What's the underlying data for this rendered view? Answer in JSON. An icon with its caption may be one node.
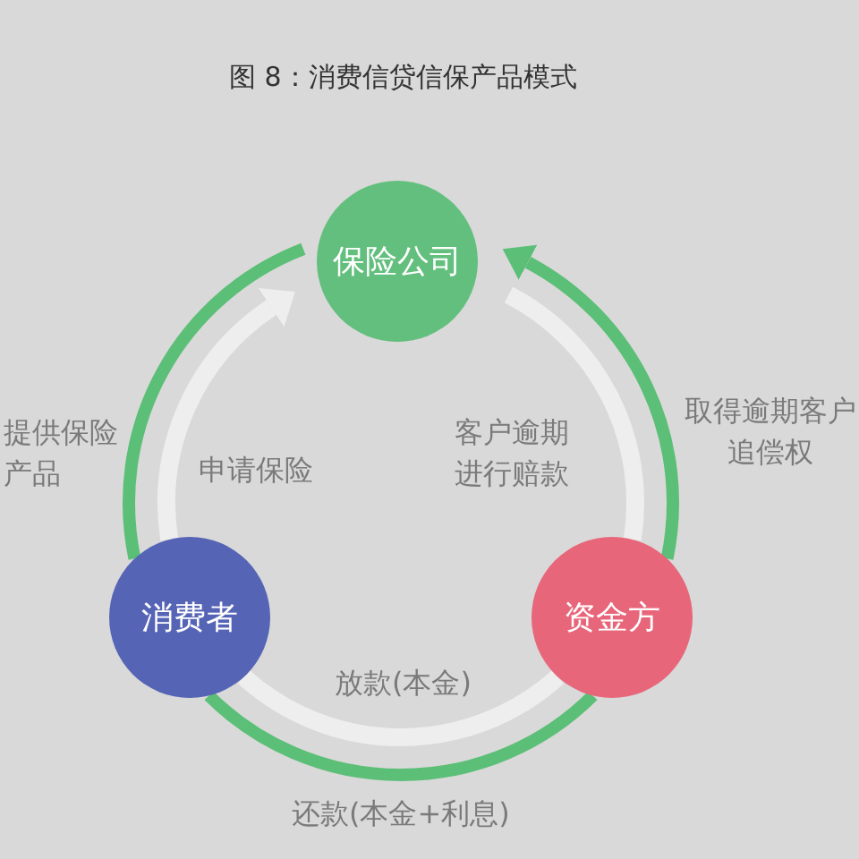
{
  "diagram": {
    "title": "图 8：消费信贷信保产品模式",
    "nodes": [
      {
        "text": [
          "保险公司"
        ]
      },
      {
        "text": [
          "消费者"
        ]
      },
      {
        "text": [
          "资金方"
        ]
      }
    ],
    "edges": [
      {
        "from": 0,
        "to": 1,
        "arrow": "none",
        "label": "提供保险产品"
      },
      {
        "from": 1,
        "to": 2,
        "arrow": "none",
        "label": "还款(本金+利息)"
      },
      {
        "from": 2,
        "to": 0,
        "arrow": "to",
        "label": "取得逾期客户追偿权"
      },
      {
        "from": 1,
        "to": 0,
        "arrow": "to",
        "label": "申请保险",
        "color": "#eeeeee"
      },
      {
        "from": 0,
        "to": 2,
        "arrow": "none",
        "label": "客户逾期进行赔款",
        "color": "#eeeeee"
      },
      {
        "from": 2,
        "to": 1,
        "arrow": "none",
        "label": "放款(本金)",
        "color": "#eeeeee"
      }
    ]
  }
}
